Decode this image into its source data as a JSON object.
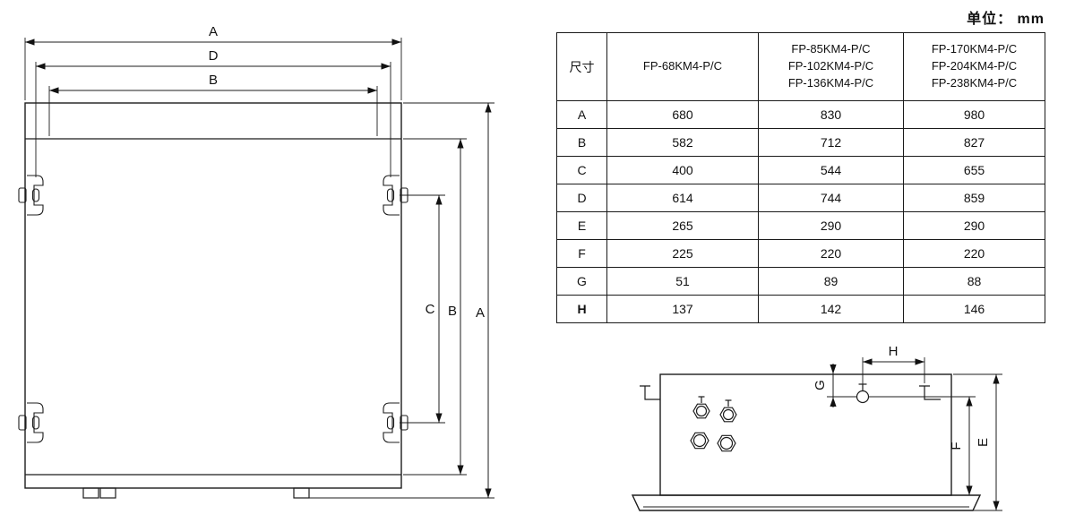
{
  "unit_label": "单位： mm",
  "table": {
    "header_col": "尺寸",
    "columns": [
      "FP-68KM4-P/C",
      "FP-85KM4-P/C\nFP-102KM4-P/C\nFP-136KM4-P/C",
      "FP-170KM4-P/C\nFP-204KM4-P/C\nFP-238KM4-P/C"
    ],
    "rows": [
      {
        "dim": "A",
        "values": [
          "680",
          "830",
          "980"
        ]
      },
      {
        "dim": "B",
        "values": [
          "582",
          "712",
          "827"
        ]
      },
      {
        "dim": "C",
        "values": [
          "400",
          "544",
          "655"
        ]
      },
      {
        "dim": "D",
        "values": [
          "614",
          "744",
          "859"
        ]
      },
      {
        "dim": "E",
        "values": [
          "265",
          "290",
          "290"
        ]
      },
      {
        "dim": "F",
        "values": [
          "225",
          "220",
          "220"
        ]
      },
      {
        "dim": "G",
        "values": [
          "51",
          "89",
          "88"
        ]
      },
      {
        "dim": "H",
        "values": [
          "137",
          "142",
          "146"
        ]
      }
    ]
  },
  "top_view": {
    "dim_a_width": "A",
    "dim_d_width": "D",
    "dim_b_width": "B",
    "dim_c_height": "C",
    "dim_b_height": "B",
    "dim_a_height": "A"
  },
  "side_view": {
    "dim_h": "H",
    "dim_g": "G",
    "dim_f": "F",
    "dim_e": "E"
  }
}
